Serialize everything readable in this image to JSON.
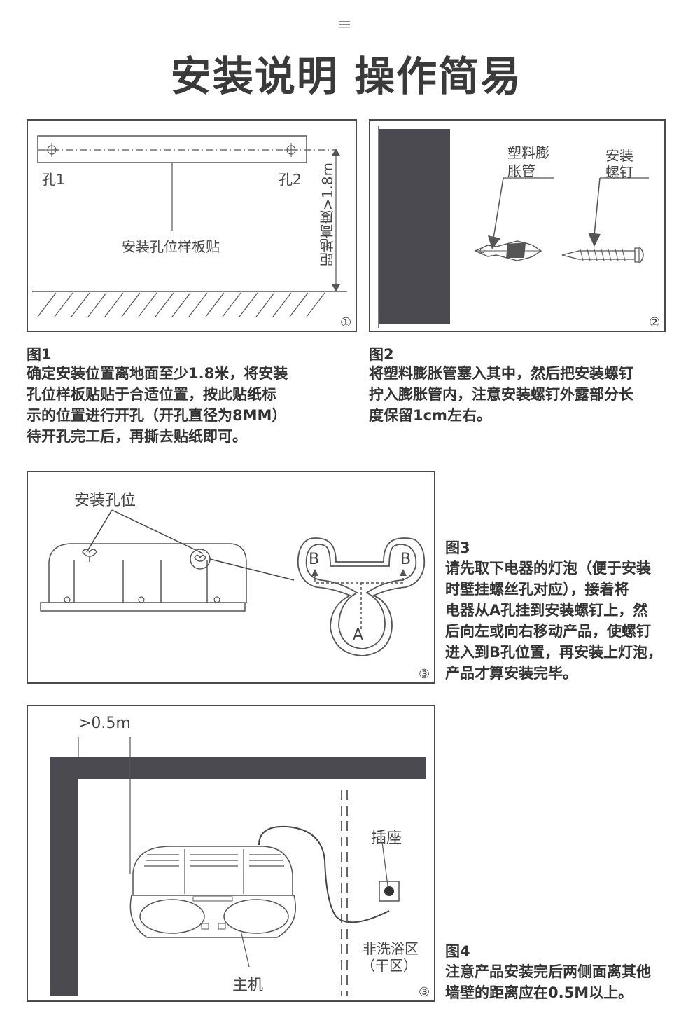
{
  "header": {
    "title": "安装说明 操作简易",
    "menu_icon": "menu-icon"
  },
  "fig1": {
    "hole1": "孔1",
    "hole2": "孔2",
    "template_label": "安装孔位样板贴",
    "height_label": "距地高度>1.8m",
    "number": "①",
    "caption_title": "图1",
    "caption_lines": [
      "确定安装位置离地面至少1.8米，将安装",
      "孔位样板贴贴于合适位置，按此贴纸标",
      "示的位置进行开孔（开孔直径为8MM）",
      "待开孔完工后，再撕去贴纸即可。"
    ]
  },
  "fig2": {
    "anchor_label_1": "塑料膨",
    "anchor_label_2": "胀管",
    "screw_label_1": "安装",
    "screw_label_2": "螺钉",
    "number": "②",
    "caption_title": "图2",
    "caption_lines": [
      "将塑料膨胀管塞入其中，然后把安装螺钉",
      "拧入膨胀管内，注意安装螺钉外露部分长",
      "度保留1cm左右。"
    ]
  },
  "fig3": {
    "holes_label": "安装孔位",
    "b_left": "B",
    "b_right": "B",
    "a": "A",
    "number": "③",
    "caption_title": "图3",
    "caption_lines": [
      "请先取下电器的灯泡（便于安装",
      "时壁挂螺丝孔对应），接着将",
      "电器从A孔挂到安装螺钉上，然",
      "后向左或向右移动产品，使螺钉",
      "进入到B孔位置，再安装上灯泡，",
      "产品才算安装完毕。"
    ]
  },
  "fig4": {
    "distance_label": ">0.5m",
    "socket_label": "插座",
    "dry_zone_1": "非洗浴区",
    "dry_zone_2": "（干区）",
    "main_unit": "主机",
    "number": "③",
    "caption_title": "图4",
    "caption_lines": [
      "注意产品安装完后两侧面离其他",
      "墙壁的距离应在0.5M以上。"
    ]
  },
  "colors": {
    "dark_gray": "#4a4a50",
    "line": "#555555",
    "text": "#333333"
  }
}
